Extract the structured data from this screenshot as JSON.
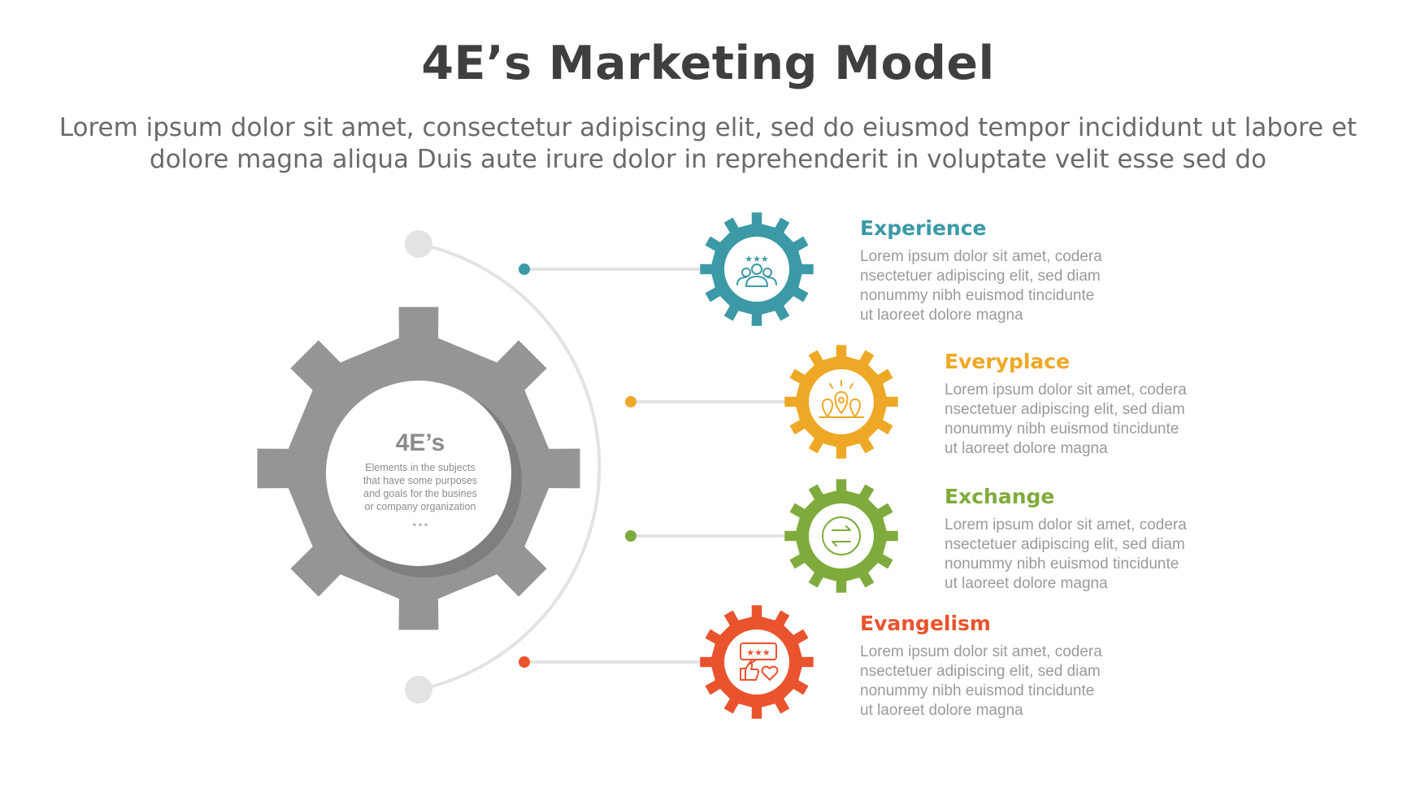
{
  "header": {
    "title": "4E’s Marketing Model",
    "subtitle": "Lorem ipsum dolor sit amet, consectetur adipiscing elit, sed do eiusmod tempor incididunt ut labore et dolore magna aliqua Duis aute irure dolor in reprehenderit in voluptate velit esse sed do"
  },
  "center": {
    "label": "4E’s",
    "description_lines": [
      "Elements in the subjects",
      "that have some purposes",
      "and goals for the  busines",
      "or company organization"
    ],
    "dots": "•••",
    "gear_color": "#959595"
  },
  "items": [
    {
      "title": "Experience",
      "color": "#3b9aa6",
      "icon": "people-rating-icon",
      "lines": [
        "Lorem ipsum dolor sit amet, codera",
        "nsectetuer adipiscing elit, sed diam",
        "nonummy nibh euismod tincidunte",
        "ut laoreet dolore magna"
      ]
    },
    {
      "title": "Everyplace",
      "color": "#eea825",
      "icon": "location-pins-icon",
      "lines": [
        "Lorem ipsum dolor sit amet, codera",
        "nsectetuer adipiscing elit, sed diam",
        "nonummy nibh euismod tincidunte",
        "ut laoreet dolore magna"
      ]
    },
    {
      "title": "Exchange",
      "color": "#7fab3c",
      "icon": "exchange-arrows-icon",
      "lines": [
        "Lorem ipsum dolor sit amet, codera",
        "nsectetuer adipiscing elit, sed diam",
        "nonummy nibh euismod tincidunte",
        "ut laoreet dolore magna"
      ]
    },
    {
      "title": "Evangelism",
      "color": "#e9532d",
      "icon": "review-thumbs-up-icon",
      "lines": [
        "Lorem ipsum dolor sit amet, codera",
        "nsectetuer adipiscing elit, sed diam",
        "nonummy nibh euismod tincidunte",
        "ut laoreet dolore magna"
      ]
    }
  ]
}
